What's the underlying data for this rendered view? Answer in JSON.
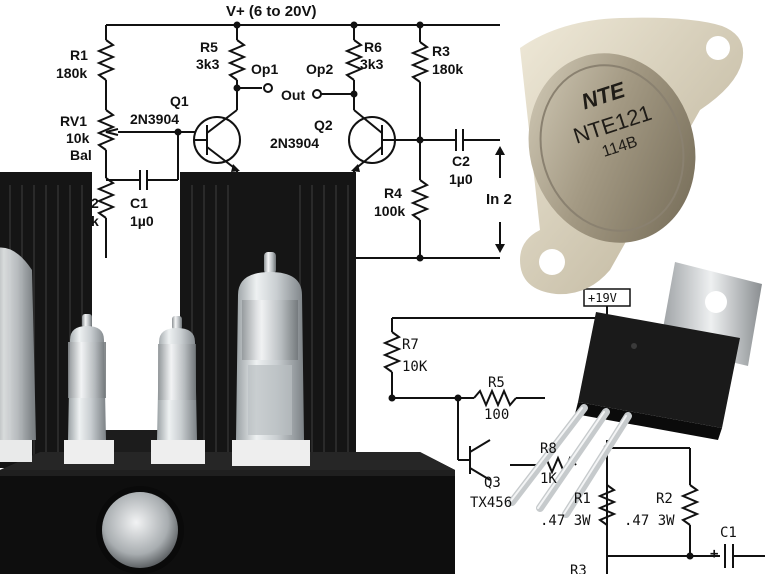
{
  "top_schematic": {
    "supply": "V+ (6 to 20V)",
    "r1": {
      "ref": "R1",
      "value": "180k"
    },
    "rv1": {
      "ref": "RV1",
      "value": "10k",
      "note": "Bal"
    },
    "c1": {
      "ref": "C1",
      "value": "1µ0"
    },
    "q1": {
      "ref": "Q1",
      "part": "2N3904"
    },
    "r5": {
      "ref": "R5",
      "value": "3k3"
    },
    "op1": "Op1",
    "op2": "Op2",
    "out": "Out",
    "r6": {
      "ref": "R6",
      "value": "3k3"
    },
    "q2": {
      "ref": "Q2",
      "part": "2N3904"
    },
    "r3": {
      "ref": "R3",
      "value": "180k"
    },
    "c2": {
      "ref": "C2",
      "value": "1µ0"
    },
    "r4": {
      "ref": "R4",
      "value": "100k"
    },
    "in2": "In 2",
    "partial_ref": "2",
    "partial_val": "k"
  },
  "bottom_schematic": {
    "supply": "+19V",
    "r7": {
      "ref": "R7",
      "value": "10K"
    },
    "r5": {
      "ref": "R5",
      "value": "100"
    },
    "r8": {
      "ref": "R8",
      "value": "1K"
    },
    "q3": {
      "ref": "Q3",
      "part": "TX456"
    },
    "r1": {
      "ref": "R1",
      "value": ".47 3W"
    },
    "r2": {
      "ref": "R2",
      "value": ".47 3W"
    },
    "c1": {
      "ref": "C1",
      "polarity": "+"
    },
    "r3_partial": "R3"
  },
  "transistor_can": {
    "brand": "NTE",
    "part": "NTE121",
    "code": "114B"
  },
  "colors": {
    "ink": "#111111",
    "amp_body": "#151515",
    "can_metal": "#a49a84",
    "glass": "#d8dcde"
  }
}
